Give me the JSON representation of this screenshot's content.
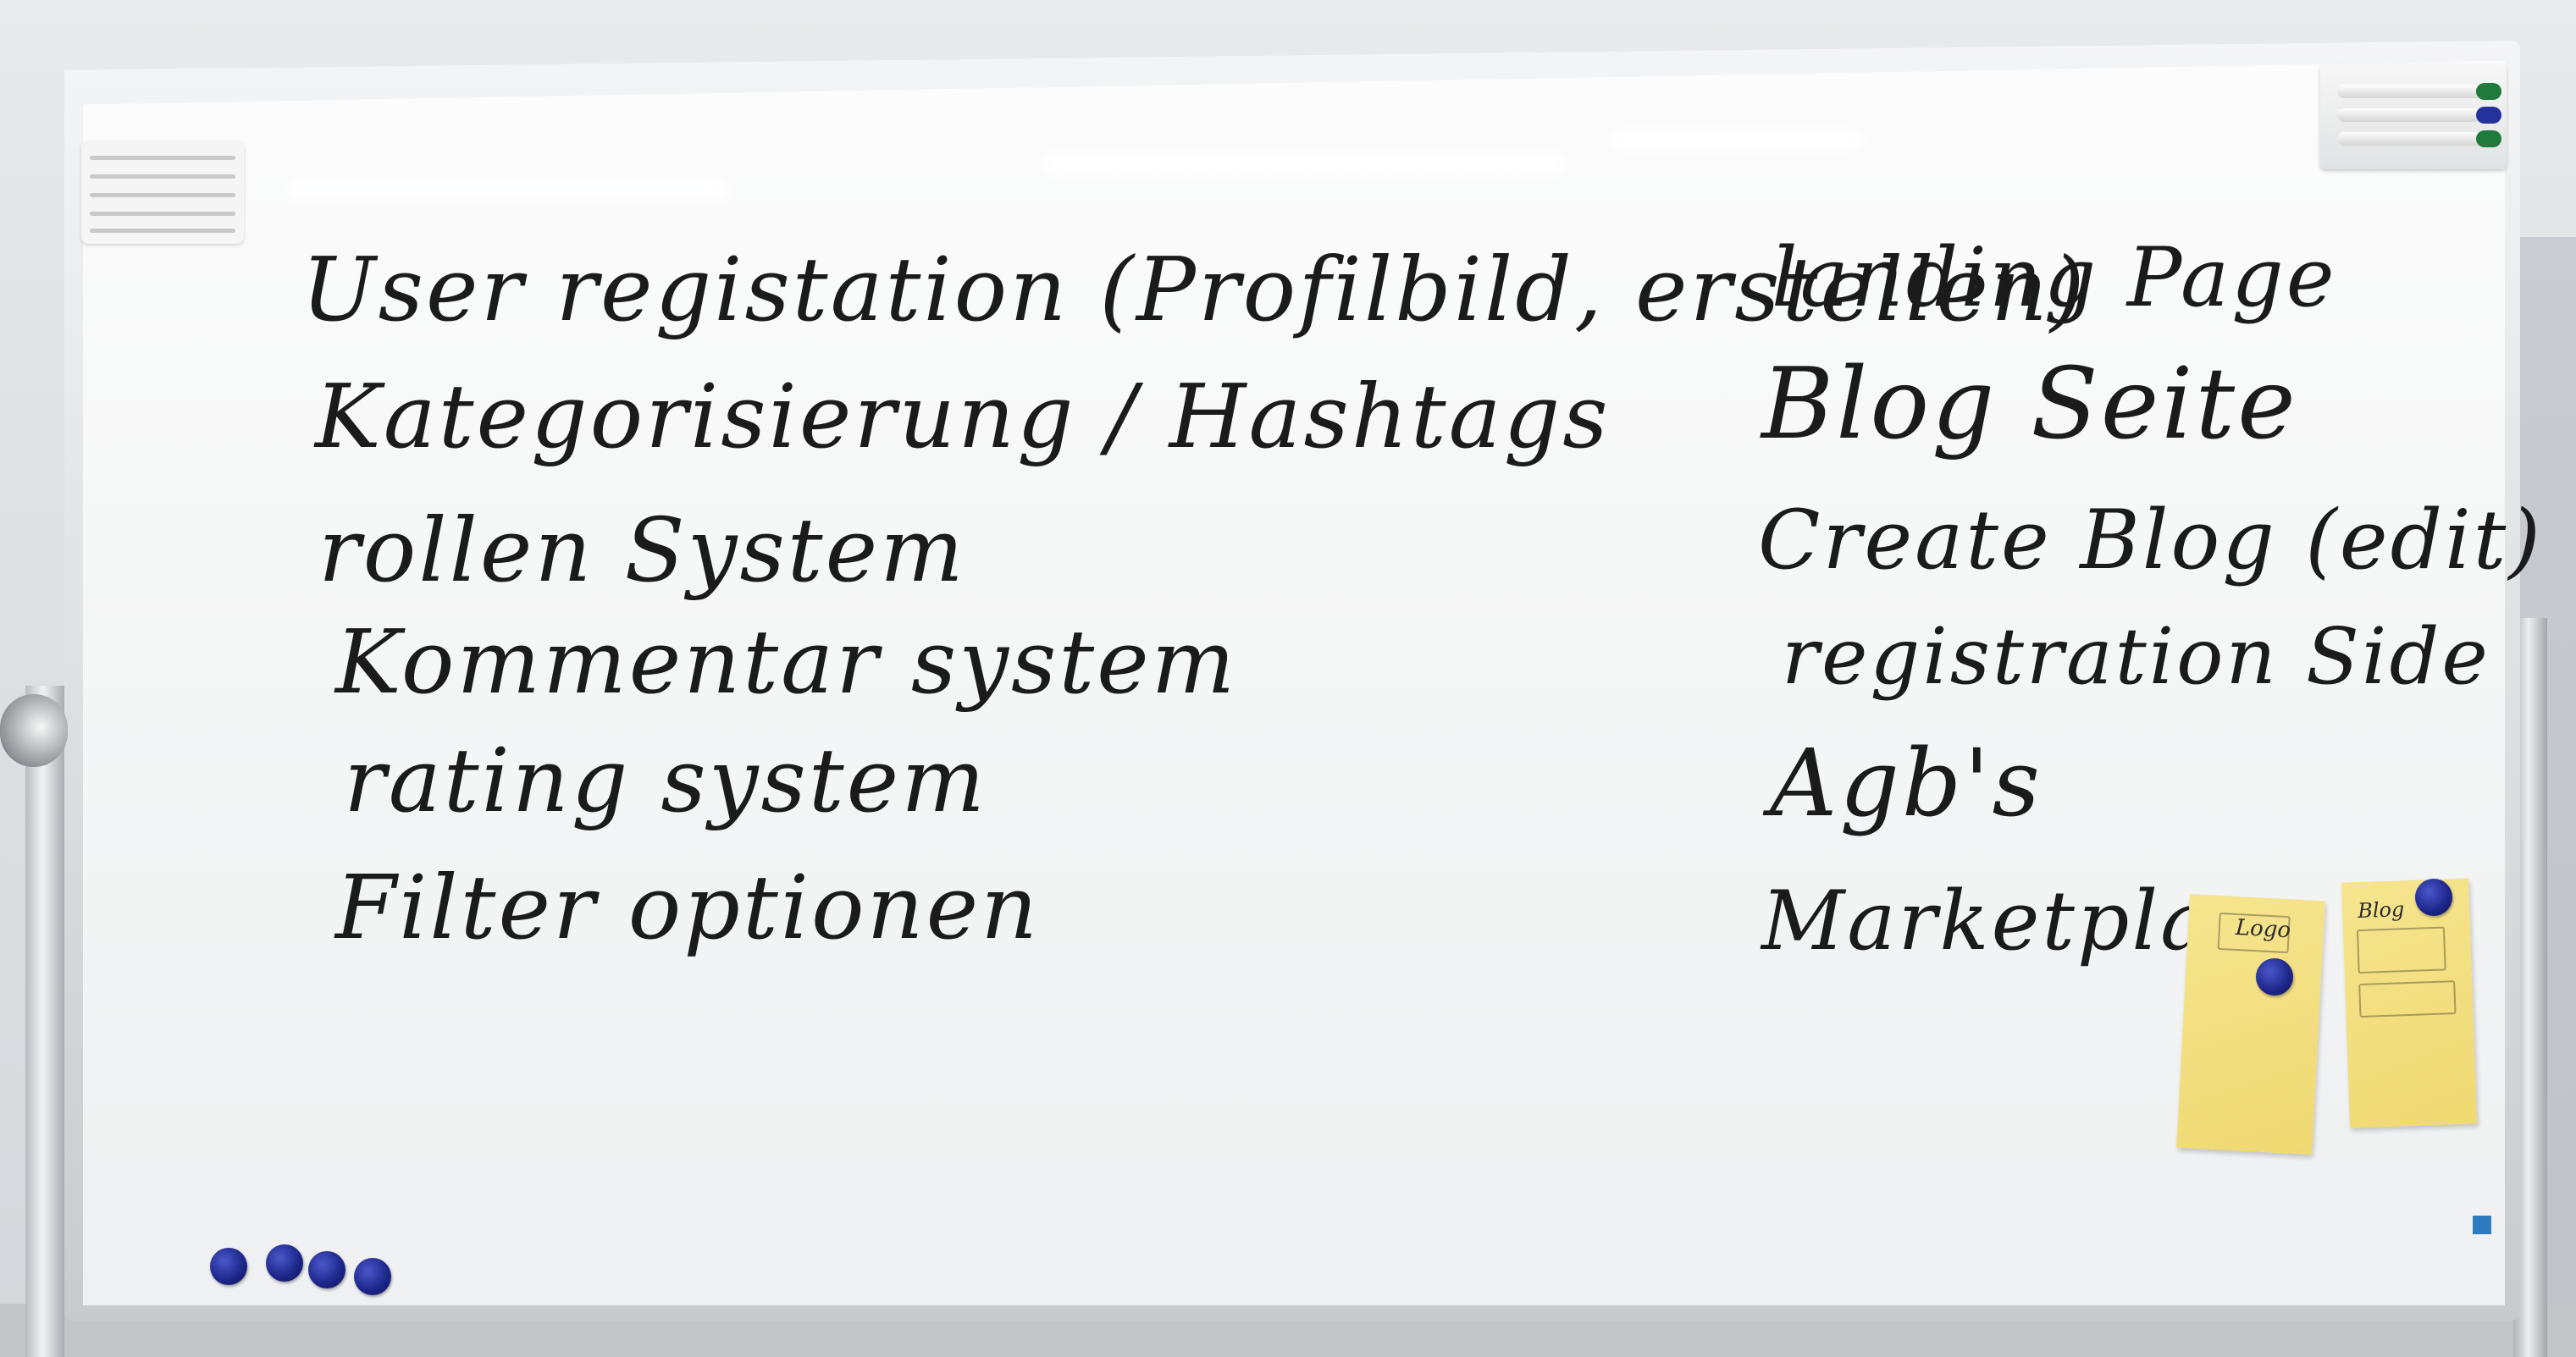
{
  "board": {
    "left_column": [
      "User registation (Profilbild, erstellen)",
      "Kategorisierung / Hashtags",
      "rollen System",
      "Kommentar system",
      "rating system",
      "Filter optionen"
    ],
    "right_column": [
      "landing Page",
      "Blog Seite",
      "Create Blog (edit)",
      "registration Side",
      "Agb's",
      "Marketplace"
    ],
    "sticky_notes": [
      {
        "text": "Logo"
      },
      {
        "text": "Blog"
      }
    ]
  },
  "colors": {
    "ink": "#1b1b1b",
    "magnet": "#1b2588",
    "sticky": "#f3df80",
    "board": "#f6f7f7"
  },
  "icons": {
    "vent": "vent-icon",
    "pen_tray": "marker-tray-icon",
    "magnets": "magnet-icon"
  }
}
